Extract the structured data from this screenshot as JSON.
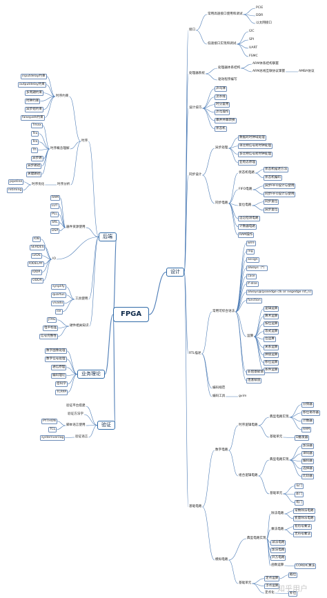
{
  "root": "FPGA",
  "branches": {
    "design": "设计",
    "backend": "后端",
    "theory": "业务理论",
    "verify": "验证"
  },
  "design": {
    "interface": "接口",
    "iface_hs": "常用高速接口使用和调试",
    "iface_hs_items": [
      "PCIE",
      "DDR",
      "以太网接口"
    ],
    "iface_ll": "低速接口实现和调试",
    "iface_ll_items": [
      "I2C",
      "SPI",
      "UART",
      "FSMC"
    ],
    "cpu": "处理器系统",
    "cpu_arch": "处理器体系结构",
    "cpu_arm": "ARM体系结构掌握",
    "cpu_arm_bus": "ARM总线互联协议掌握",
    "cpu_amba": "AMBA协议",
    "cpu_drv": "驱动程序编写",
    "skill": "设计技巧",
    "skill_items": [
      "乒乓球",
      "流水线",
      "时分复用",
      "乒乓操作",
      "串并并串转换",
      "状态机"
    ],
    "sync": "同步设计",
    "async": "异步处理",
    "async_items": [
      "数据跨时钟域处理",
      "单比特信号跨时钟处理",
      "多比特信号跨时钟处理",
      "亚稳态原理"
    ],
    "sync_circuit": "同步电路",
    "fsm": "状态机电路",
    "fsm_items": [
      "状态机描述方法",
      "状态机编码"
    ],
    "fifo": "FIFO电路",
    "fifo_items": [
      "异步FIFO设计与使用",
      "同步FIFO设计与使用"
    ],
    "reset": "复位电路",
    "reset_items": [
      "同步复位",
      "异步复位"
    ],
    "edge": "边沿检测电路",
    "counter": "计数器电路",
    "ram_op": "RAM操作",
    "rtl": "RTL描述",
    "syntax": "常用可综合语法",
    "syntax_items": [
      "wire",
      "reg",
      "assign",
      "always（*）",
      "case",
      "if else",
      "always@(posedge clk or negedge rst_n)",
      "function"
    ],
    "ops": "运算",
    "ops_items": [
      "逻辑运算",
      "算术运算",
      "按位运算",
      "等式运算",
      "位运算",
      "关系运算",
      "拼接运算",
      "移位运算",
      "条件运算"
    ],
    "nonblock": "非阻塞赋值",
    "block": "阻塞赋值",
    "coding": "编码规范",
    "tools": "编码工具",
    "gvim": "gvim",
    "basic": "基础电路",
    "digital": "数字电路",
    "seq": "时序逻辑电路",
    "seq_typical": "典型电路实现",
    "seq_typical_items": [
      "分频器",
      "移位寄存器",
      "计数器",
      "RAM"
    ],
    "seq_basic": "基础单元",
    "seq_basic_item": "D触发器",
    "comb": "组合逻辑电路",
    "comb_typical": "典型电路实现",
    "comb_typical_items": [
      "加法器",
      "译码器",
      "编码器",
      "选择器",
      "比较器"
    ],
    "comb_basic": "基础单元",
    "comb_basic_items": [
      "与门",
      "非门",
      "或门"
    ],
    "analog": "模拟电路",
    "analog_typical": "典型电路实现",
    "filter": "除法电路",
    "filter_items": [
      "常数除法电路",
      "变量除法电路"
    ],
    "mult": "乘法电路",
    "mult_items": [
      "有符号乘法",
      "无符号乘法"
    ],
    "analog_more": [
      "减法电路",
      "加法电路",
      "开方电路"
    ],
    "math": "函数运算",
    "cordic": "CORDIC算法",
    "analog_basic": "基础单元",
    "analog_basic_a": "定点运算",
    "analog_basic_b": "浮点运算",
    "analog_fixed": "定点化",
    "analog_fixed_items": [
      "截位",
      "补位"
    ]
  },
  "backend": {
    "timing": "时序",
    "timing_constraint": "时序约束",
    "timing_constraint_items": [
      "inputdelay约束",
      "outputdelay约束",
      "多周期约束",
      "时钟约束",
      "异步组约束",
      "falsepath约束"
    ],
    "timing_concept": "时序概念理解",
    "timing_concept_items": [
      "Tmax",
      "Tsu",
      "Tco",
      "Th",
      "异步路",
      "异步路径",
      "关键路径"
    ],
    "timing_opt": "时序优化",
    "timing_opt_items": [
      "pipeline",
      "retiming"
    ],
    "timing_analysis": "时序分析",
    "resources": "器件资源使用",
    "res_items": [
      "RAM",
      "LUT",
      "PLL",
      "SRL",
      "DSP"
    ],
    "io": "IO",
    "io_items": [
      "IOB",
      "SERDES",
      "LVDS",
      "IODELAY",
      "IDDR",
      "ODDR"
    ],
    "tools": "工具使用",
    "tool_items": [
      "synplify",
      "quartus",
      "vivado",
      "ise"
    ],
    "hw": "硬件相关知识",
    "hw_items": [
      "JTAG",
      "电平标准",
      "信号完整性"
    ]
  },
  "theory": {
    "items": [
      "数字图像处理",
      "数字信号处理",
      "通信原理",
      "编码理论",
      "密码学",
      "TCP/IP"
    ]
  },
  "verify": {
    "platform": "验证平台搭建",
    "methodology": "验证方法学",
    "script": "脚本语言使用",
    "script_items": [
      "PYTHON",
      "TCL"
    ],
    "language": "验证语言",
    "sv": "systemverilog"
  },
  "watermark": "知乎用户",
  "colors": {
    "line": "#4a7ab5",
    "border": "#2f6aa7",
    "text": "#222222"
  }
}
